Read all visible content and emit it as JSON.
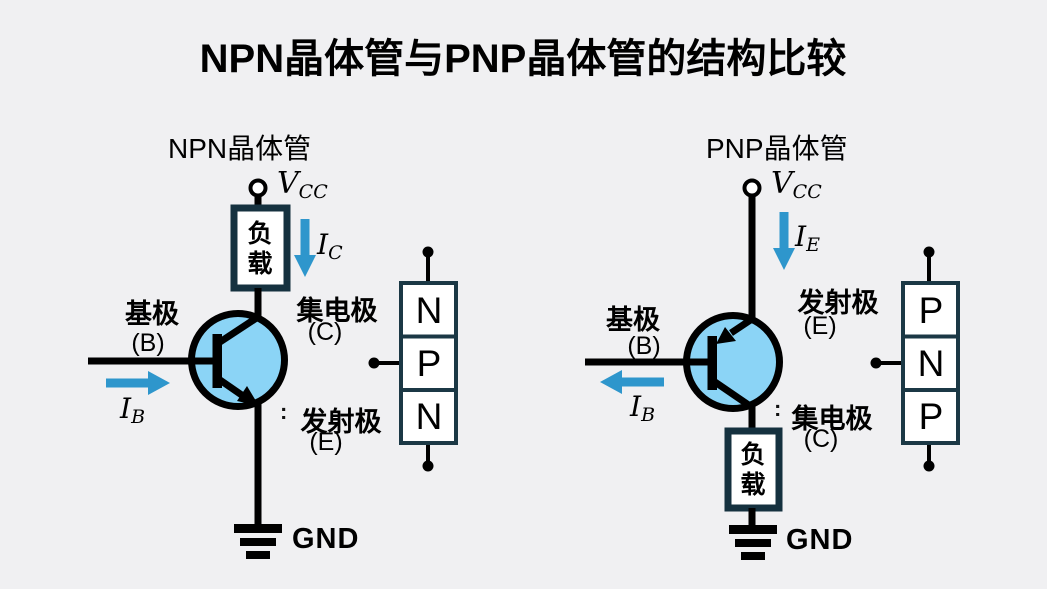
{
  "title": "NPN晶体管与PNP晶体管的结构比较",
  "colors": {
    "background": "#f0f0f2",
    "wire": "#000000",
    "transistor_fill": "#8bd4f6",
    "current_arrow_blue": "#2e96cc",
    "layer_box_border": "#1b3845",
    "load_box_border": "#15313f",
    "box_fill": "#ffffff"
  },
  "npn": {
    "heading": "NPN晶体管",
    "vcc": {
      "base": "V",
      "sub": "CC"
    },
    "load_label": "负载",
    "collector_current": {
      "base": "I",
      "sub": "C"
    },
    "base_label": "基极",
    "base_pin": "(B)",
    "base_current": {
      "base": "I",
      "sub": "B"
    },
    "collector_label": "集电极",
    "collector_pin": "(C)",
    "emitter_colon": ":",
    "emitter_label": "发射极",
    "emitter_pin": "(E)",
    "gnd_label": "GND",
    "layers": [
      "N",
      "P",
      "N"
    ]
  },
  "pnp": {
    "heading": "PNP晶体管",
    "vcc": {
      "base": "V",
      "sub": "CC"
    },
    "emitter_current": {
      "base": "I",
      "sub": "E"
    },
    "base_label": "基极",
    "base_pin": "(B)",
    "base_current": {
      "base": "I",
      "sub": "B"
    },
    "emitter_label": "发射极",
    "emitter_pin": "(E)",
    "collector_colon": ":",
    "collector_label": "集电极",
    "collector_pin": "(C)",
    "load_label": "负载",
    "gnd_label": "GND",
    "layers": [
      "P",
      "N",
      "P"
    ]
  }
}
